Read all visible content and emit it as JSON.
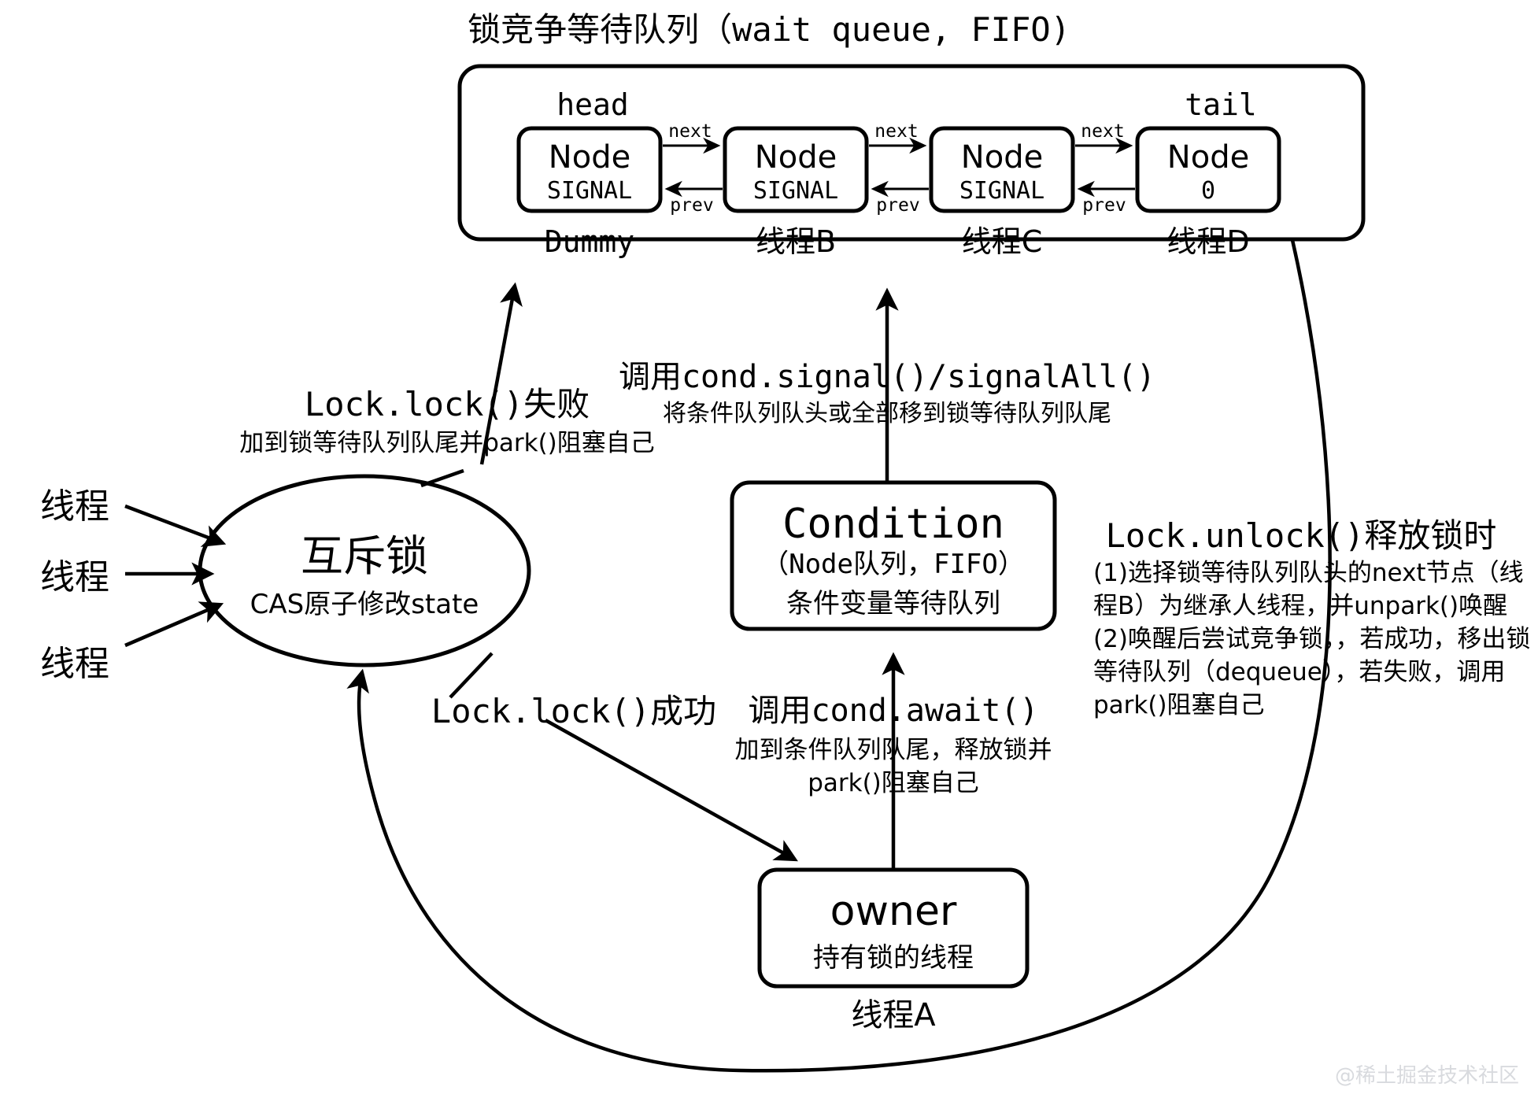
{
  "diagram": {
    "title": "锁竞争等待队列（wait queue, FIFO)",
    "queue": {
      "head_label": "head",
      "tail_label": "tail",
      "nodes": [
        {
          "name": "Node",
          "state": "SIGNAL",
          "owner": "Dummy"
        },
        {
          "name": "Node",
          "state": "SIGNAL",
          "owner": "线程B"
        },
        {
          "name": "Node",
          "state": "SIGNAL",
          "owner": "线程C"
        },
        {
          "name": "Node",
          "state": "0",
          "owner": "线程D"
        }
      ],
      "link_labels": {
        "next": "next",
        "prev": "prev"
      }
    },
    "mutex": {
      "title": "互斥锁",
      "subtitle": "CAS原子修改state"
    },
    "incoming_threads": [
      {
        "label": "线程"
      },
      {
        "label": "线程"
      },
      {
        "label": "线程"
      }
    ],
    "condition": {
      "title": "Condition",
      "subtitle": "（Node队列，FIFO）",
      "caption": "条件变量等待队列"
    },
    "owner": {
      "title": "owner",
      "subtitle": "持有锁的线程",
      "caption": "线程A"
    },
    "edges": {
      "lock_fail": {
        "title": "Lock.lock()失败",
        "detail": "加到锁等待队列队尾并park()阻塞自己"
      },
      "signal": {
        "title": "调用cond.signal()/signalAll()",
        "detail": "将条件队列队头或全部移到锁等待队列队尾"
      },
      "lock_success": {
        "title": "Lock.lock()成功"
      },
      "await": {
        "title": "调用cond.await()",
        "detail_line1": "加到条件队列队尾，释放锁并",
        "detail_line2": "park()阻塞自己"
      },
      "unlock": {
        "title": "Lock.unlock()释放锁时",
        "detail_line1": "(1)选择锁等待队列队头的next节点（线",
        "detail_line2": "程B）为继承人线程，并unpark()唤醒",
        "detail_line3": "(2)唤醒后尝试竞争锁，，若成功，移出锁",
        "detail_line4": "等待队列（dequeue），若失败，调用",
        "detail_line5": "park()阻塞自己"
      }
    },
    "watermark": "@稀土掘金技术社区",
    "colors": {
      "stroke": "#000000",
      "background": "#ffffff",
      "watermark": "#d8dade"
    }
  }
}
